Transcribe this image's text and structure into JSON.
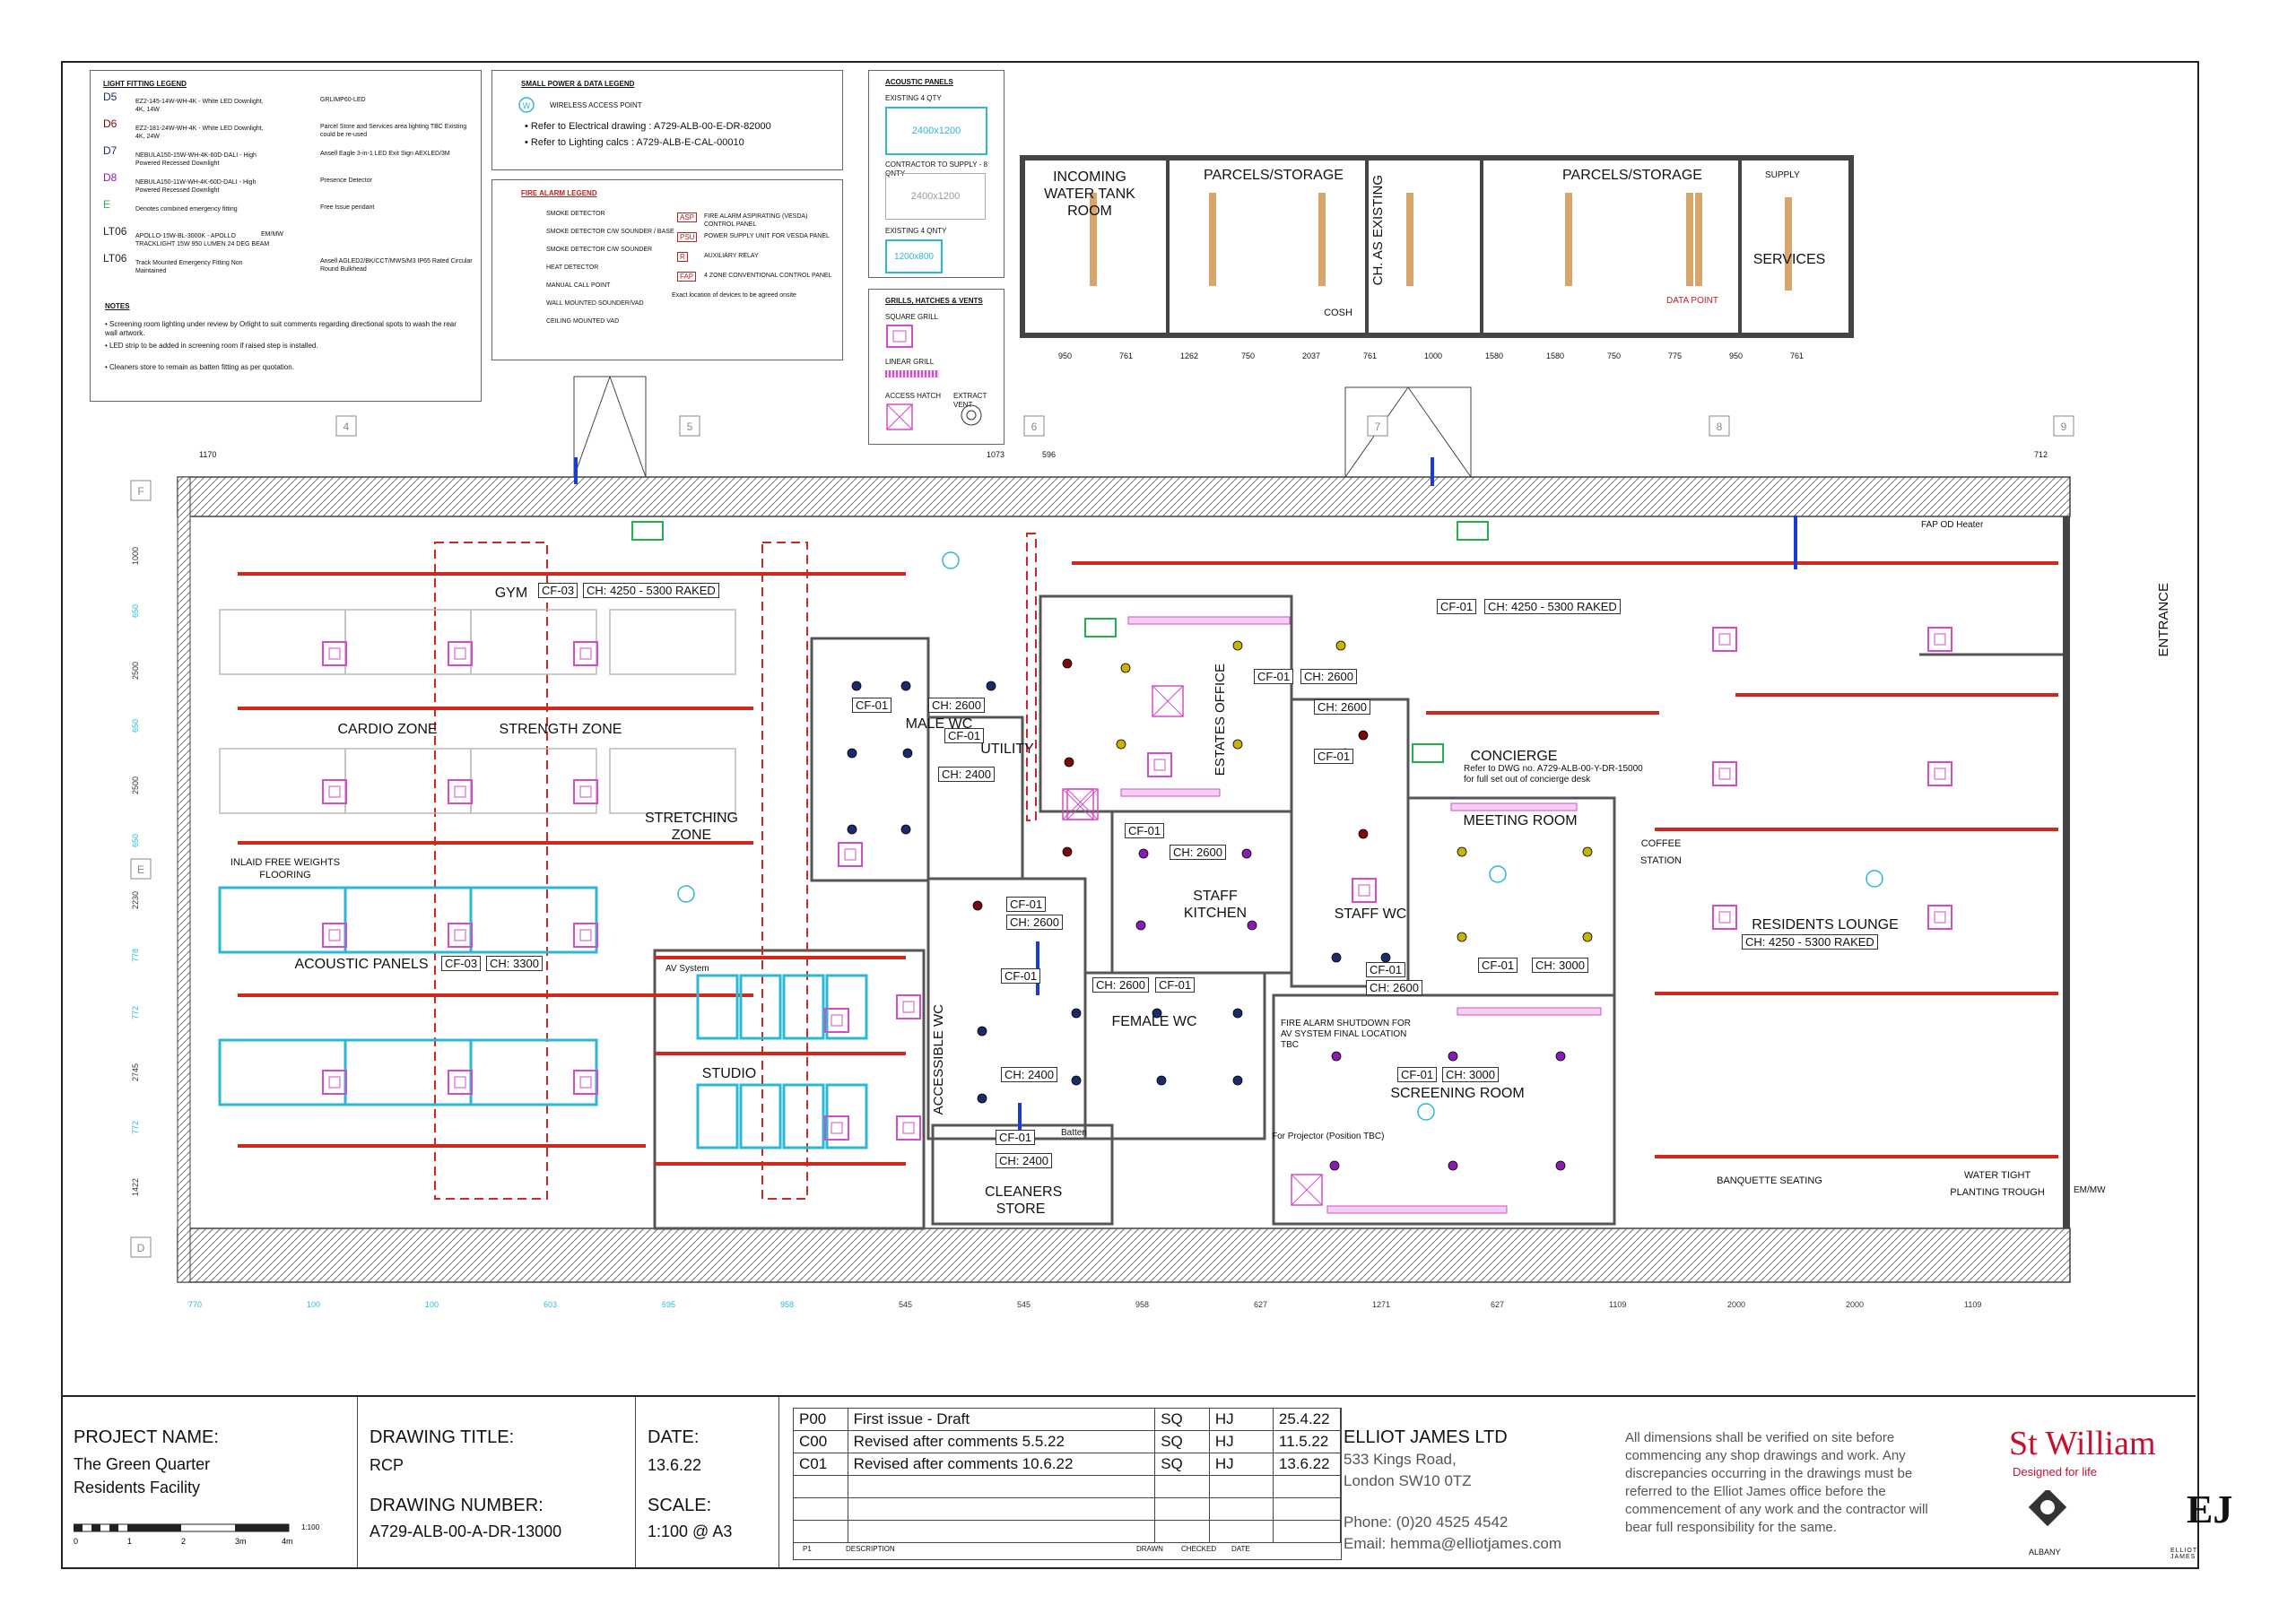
{
  "legends": {
    "light": {
      "title": "LIGHT FITTING LEGEND",
      "items": [
        {
          "code": "D5",
          "text": "EZ2-145-14W-WH-4K - White LED Downlight, 4K, 14W"
        },
        {
          "code": "D6",
          "text": "EZ2-181-24W-WH-4K - White LED Downlight, 4K, 24W"
        },
        {
          "code": "D7",
          "text": "NEBULA150-15W-WH-4K-60D-DALI - High Powered Recessed Downlight"
        },
        {
          "code": "D8",
          "text": "NEBULA150-11W-WH-4K-60D-DALI - High Powered Recessed Downlight"
        },
        {
          "code": "E",
          "text": "Denotes combined emergency fitting"
        },
        {
          "code": "LT06",
          "text": "APOLLO-15W-BL-3000K - APOLLO TRACKLIGHT 15W 950 LUMEN 24 DEG BEAM"
        },
        {
          "code": "LT06",
          "text": "Track Mounted Emergency Fitting Non Maintained"
        }
      ],
      "right_items": [
        "GRLIMP60-LED",
        "Parcel Store and Services area lighting TBC Existing could be re-used",
        "Ansell Eagle 3-in-1 LED Exit Sign AEXLED/3M",
        "Presence Detector",
        "Free Issue pendant",
        "EM/MW",
        "Ansell AGLED2/BK/CCT/MWS/M3 IP65 Rated Circular Round Bulkhead"
      ],
      "notes_title": "NOTES",
      "notes": [
        "Screening room lighting under review by Orlight to suit comments regarding directional spots to wash the rear wall artwork.",
        "LED strip to be added in screening room if raised step is installed.",
        "Cleaners store to remain as batten fitting as per quotation."
      ]
    },
    "power": {
      "title": "SMALL POWER & DATA LEGEND",
      "wap": "WIRELESS ACCESS POINT",
      "refs": [
        "Refer to Electrical drawing : A729-ALB-00-E-DR-82000",
        "Refer to Lighting calcs : A729-ALB-E-CAL-00010"
      ]
    },
    "fire": {
      "title": "FIRE ALARM LEGEND",
      "left": [
        "SMOKE DETECTOR",
        "SMOKE DETECTOR C/W SOUNDER / BASE",
        "SMOKE DETECTOR C/W SOUNDER",
        "HEAT DETECTOR",
        "MANUAL CALL POINT",
        "WALL MOUNTED SOUNDER/VAD",
        "CEILING MOUNTED VAD"
      ],
      "right": [
        "FIRE ALARM ASPIRATING (VESDA) CONTROL PANEL",
        "POWER SUPPLY UNIT FOR VESDA PANEL",
        "AUXILIARY RELAY",
        "4 ZONE CONVENTIONAL CONTROL PANEL",
        "Exact location of devices to be agreed onsite"
      ],
      "codes": [
        "ASP",
        "PSU",
        "R",
        "FAP"
      ]
    },
    "acoustic": {
      "title": "ACOUSTIC PANELS",
      "items": [
        {
          "label": "EXISTING 4 QTY",
          "size": "2400x1200"
        },
        {
          "label": "CONTRACTOR TO SUPPLY - 8 QNTY",
          "size": "2400x1200"
        },
        {
          "label": "EXISTING 4 QNTY",
          "size": "1200x800"
        }
      ]
    },
    "grills": {
      "title": "GRILLS, HATCHES & VENTS",
      "items": [
        "SQUARE GRILL",
        "LINEAR GRILL",
        "ACCESS HATCH",
        "EXTRACT VENT"
      ]
    }
  },
  "plan": {
    "rooms": [
      "INCOMING WATER TANK ROOM",
      "PARCELS/STORAGE",
      "CH. AS EXISTING",
      "PARCELS/STORAGE",
      "SERVICES",
      "COSH",
      "GYM",
      "CARDIO ZONE",
      "STRENGTH ZONE",
      "STRETCHING ZONE",
      "INLAID FREE WEIGHTS FLOORING",
      "ACOUSTIC PANELS",
      "MALE WC",
      "UTILITY",
      "ESTATES OFFICE",
      "STAFF KITCHEN",
      "STAFF WC",
      "CONCIERGE",
      "MEETING ROOM",
      "COFFEE STATION",
      "RESIDENTS LOUNGE",
      "FEMALE WC",
      "ACCESSIBLE WC",
      "CLEANERS STORE",
      "STUDIO",
      "SCREENING ROOM",
      "BANQUETTE SEATING",
      "WATER TIGHT PLANTING TROUGH",
      "ENTRANCE"
    ],
    "ceiling_tags": [
      "CF-03",
      "CH: 4250 - 5300 RAKED",
      "CF-01",
      "CH: 4250 - 5300 RAKED",
      "CF-03",
      "CH: 3300",
      "CF-01",
      "CH: 2600",
      "CF-01",
      "CH: 2600",
      "CF-01",
      "CH: 2600",
      "CF-01",
      "CH: 2600",
      "CF-01",
      "CH: 2400",
      "CH: 2600",
      "CF-01",
      "CF-01",
      "CH: 3000",
      "CF-01",
      "CH: 3000",
      "CH: 4250 - 5300 RAKED",
      "CF-01",
      "CH: 2400",
      "CF-01",
      "CH: 2600",
      "CF-01",
      "CH: 2600",
      "CF-01",
      "CH: 2400"
    ],
    "notes": [
      "Refer to DWG no. A729-ALB-00-Y-DR-15000 for full set out of concierge desk",
      "For Projector (Position TBC)",
      "FIRE ALARM SHUTDOWN FOR AV SYSTEM FINAL LOCATION TBC",
      "AV System",
      "DATA POINT",
      "SUPPLY",
      "FAP OD Heater",
      "Batten",
      "EM/MW"
    ],
    "grid_refs": [
      "4",
      "5",
      "6",
      "7",
      "8",
      "9",
      "F",
      "E",
      "D"
    ],
    "top_dims": [
      "950",
      "761",
      "1262",
      "750",
      "2037",
      "761",
      "1000",
      "1580",
      "1580",
      "750",
      "775",
      "950",
      "761"
    ],
    "bottom_dims": [
      "770",
      "100",
      "100",
      "603",
      "695",
      "958",
      "545",
      "545",
      "958",
      "627",
      "1271",
      "627",
      "1109",
      "2000",
      "2000",
      "1109"
    ],
    "left_dims": [
      "1000",
      "650",
      "2500",
      "650",
      "2500",
      "650",
      "2230",
      "778",
      "772",
      "2745",
      "772",
      "1422"
    ],
    "top_run_dims": [
      "1170",
      "1073",
      "596",
      "712"
    ]
  },
  "title_block": {
    "project_label": "PROJECT NAME:",
    "project_name": "The Green Quarter\nResidents Facility",
    "drawing_title_label": "DRAWING TITLE:",
    "drawing_title": "RCP",
    "drawing_number_label": "DRAWING NUMBER:",
    "drawing_number": "A729-ALB-00-A-DR-13000",
    "date_label": "DATE:",
    "date": "13.6.22",
    "scale_label": "SCALE:",
    "scale": "1:100 @ A3",
    "scale_bar": [
      "0",
      "1",
      "2",
      "3m",
      "4m",
      "1:100"
    ],
    "revisions": [
      {
        "rev": "P00",
        "desc": "First issue - Draft",
        "drawn": "SQ",
        "checked": "HJ",
        "date": "25.4.22"
      },
      {
        "rev": "C00",
        "desc": "Revised after comments 5.5.22",
        "drawn": "SQ",
        "checked": "HJ",
        "date": "11.5.22"
      },
      {
        "rev": "C01",
        "desc": "Revised after comments 10.6.22",
        "drawn": "SQ",
        "checked": "HJ",
        "date": "13.6.22"
      }
    ],
    "rev_headers": {
      "rev": "P1",
      "desc": "DESCRIPTION",
      "drawn": "DRAWN",
      "checked": "CHECKED",
      "date": "DATE"
    },
    "company": "ELLIOT JAMES LTD",
    "address1": "533 Kings Road,",
    "address2": "London SW10 0TZ",
    "phone": "Phone: (0)20 4525 4542",
    "email": "Email: hemma@elliotjames.com",
    "disclaimer": "All dimensions shall be verified on site before commencing any shop drawings and work. Any discrepancies occurring in the drawings must be referred to the Elliot James office before the commencement of any work and the contractor will bear full responsibility for the same.",
    "logos": {
      "brand": "St William",
      "tagline": "Designed for life",
      "albany": "ALBANY",
      "ej": "EJ",
      "ej_name": "ELLIOT JAMES"
    }
  },
  "colors": {
    "track": "#d0281e",
    "acoustic": "#2ab8d6",
    "grille": "#d64bc8",
    "timber": "#d8a56a",
    "emergency": "#22b14c",
    "wall": "#444"
  }
}
